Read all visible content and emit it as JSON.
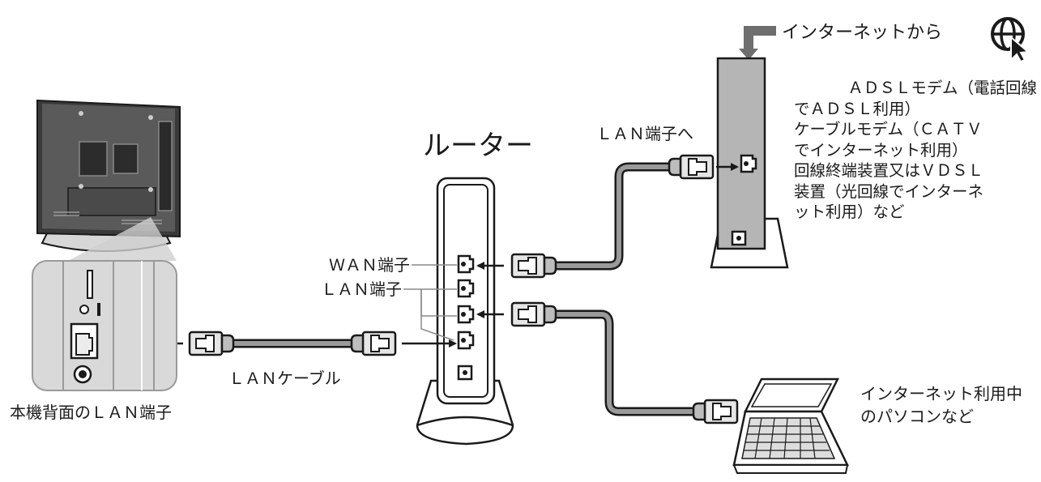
{
  "labels": {
    "internet": "インターネットから",
    "router_title": "ルーター",
    "lan_to": "ＬＡＮ端子へ",
    "wan_port": "ＷＡＮ端子",
    "lan_port": "ＬＡＮ端子",
    "lan_cable": "ＬＡＮケーブル",
    "tv_lan_port": "本機背面のＬＡＮ端子"
  },
  "modem_description": {
    "line1": "ＡＤＳＬモデム（電話回線",
    "line2": "でＡＤＳＬ利用）",
    "line3": "ケーブルモデム（ＣＡＴＶ",
    "line4": "でインターネット利用）",
    "line5": "回線終端装置又はＶＤＳＬ",
    "line6": "装置（光回線でインターネ",
    "line7": "ット利用）など"
  },
  "pc_description": {
    "line1": "インターネット利用中",
    "line2": "のパソコンなど"
  },
  "icons": {
    "internet": "globe-with-cursor-icon",
    "router": "router-icon",
    "modem": "modem-icon",
    "tv": "tv-rear-icon",
    "pc": "laptop-icon",
    "connector": "rj45-plug-icon"
  }
}
